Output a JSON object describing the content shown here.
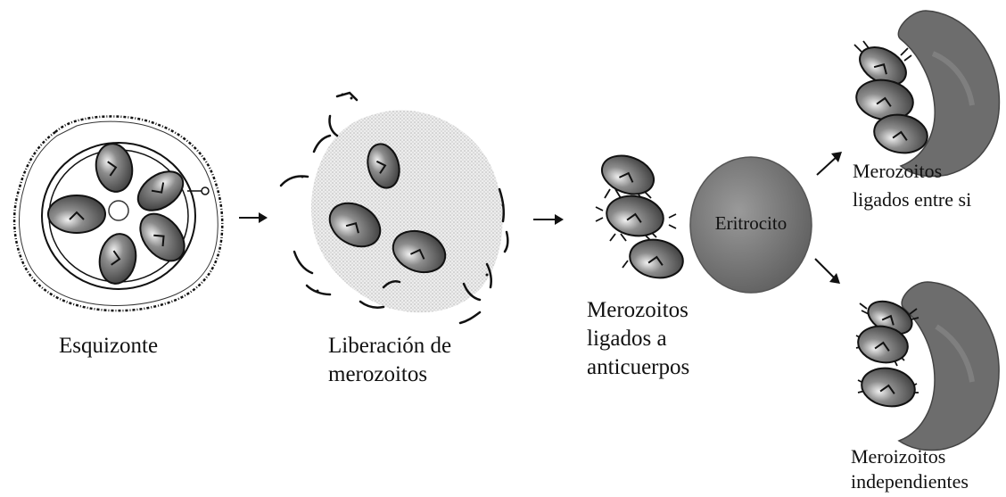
{
  "labels": {
    "schizont": "Esquizonte",
    "release": [
      "Liberación de",
      "merozoitos"
    ],
    "antibody_bound": [
      "Merozoitos",
      "ligados a",
      "anticuerpos"
    ],
    "erythrocyte": "Eritrocito",
    "bound_together": [
      "Merozoitos",
      "ligados entre si"
    ],
    "independent": [
      "Meroizoitos",
      "independientes"
    ]
  },
  "colors": {
    "ink": "#111111",
    "merozoite_body": "#6e6e6e",
    "merozoite_highlight": "#d9d9d9",
    "erythrocyte": "#7a7a7a",
    "stipple": "#cfcfcf"
  }
}
